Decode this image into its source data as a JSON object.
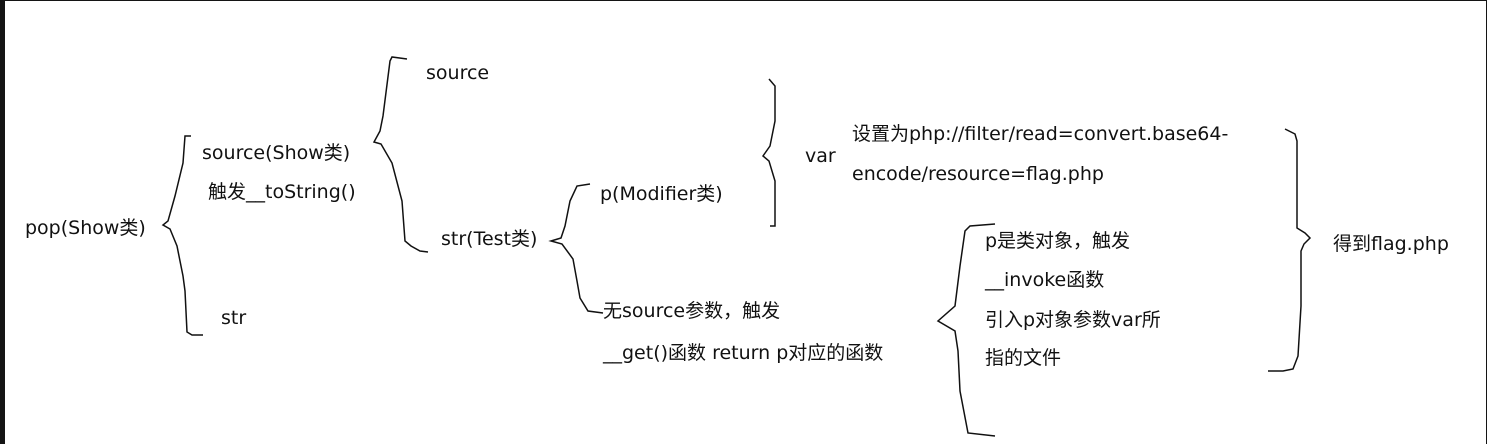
{
  "nodes": {
    "root": "pop(Show类)",
    "source_show": "source(Show类)",
    "trigger_tostring": "触发__toString()",
    "str": "str",
    "source": "source",
    "str_test": "str(Test类)",
    "p_modifier": "p(Modifier类)",
    "no_source_line1": "无source参数，触发",
    "no_source_line2": "__get()函数 return p对应的函数",
    "var": "var",
    "var_value_line1": "设置为php://filter/read=convert.base64-",
    "var_value_line2": "encode/resource=flag.php",
    "invoke_line1": "p是类对象，触发",
    "invoke_line2": "__invoke函数",
    "invoke_line3": "引入p对象参数var所",
    "invoke_line4": "指的文件",
    "result": "得到flag.php"
  },
  "colors": {
    "background": "#ffffff",
    "frame": "#141414",
    "ink": "#111111"
  }
}
